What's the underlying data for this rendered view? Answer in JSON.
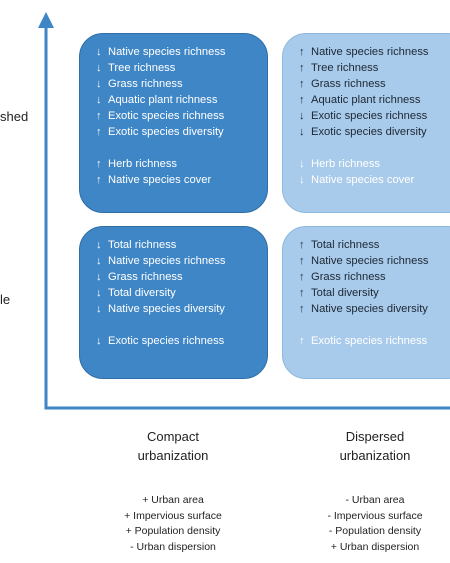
{
  "side_labels": {
    "top": "shed",
    "bottom": "le"
  },
  "quadrants": {
    "top_left": [
      {
        "arrow": "↓",
        "text": "Native species richness"
      },
      {
        "arrow": "↓",
        "text": "Tree richness"
      },
      {
        "arrow": "↓",
        "text": "Grass richness"
      },
      {
        "arrow": "↓",
        "text": "Aquatic plant richness"
      },
      {
        "arrow": "↑",
        "text": "Exotic species richness"
      },
      {
        "arrow": "↑",
        "text": "Exotic species diversity"
      },
      {
        "gap": true
      },
      {
        "arrow": "↑",
        "text": "Herb richness"
      },
      {
        "arrow": "↑",
        "text": "Native species cover"
      }
    ],
    "top_right": [
      {
        "arrow": "↑",
        "text": "Native species richness"
      },
      {
        "arrow": "↑",
        "text": "Tree richness"
      },
      {
        "arrow": "↑",
        "text": "Grass richness"
      },
      {
        "arrow": "↑",
        "text": "Aquatic plant richness"
      },
      {
        "arrow": "↓",
        "text": "Exotic species richness"
      },
      {
        "arrow": "↓",
        "text": "Exotic species diversity"
      },
      {
        "gap": true
      },
      {
        "arrow": "↓",
        "text": "Herb richness",
        "light": true
      },
      {
        "arrow": "↓",
        "text": "Native species cover",
        "light": true
      }
    ],
    "bottom_left": [
      {
        "arrow": "↓",
        "text": "Total richness"
      },
      {
        "arrow": "↓",
        "text": "Native species richness"
      },
      {
        "arrow": "↓",
        "text": "Grass richness"
      },
      {
        "arrow": "↓",
        "text": "Total diversity"
      },
      {
        "arrow": "↓",
        "text": "Native species diversity"
      },
      {
        "gap": true
      },
      {
        "arrow": "↓",
        "text": "Exotic species richness"
      }
    ],
    "bottom_right": [
      {
        "arrow": "↑",
        "text": "Total richness"
      },
      {
        "arrow": "↑",
        "text": "Native species richness"
      },
      {
        "arrow": "↑",
        "text": "Grass richness"
      },
      {
        "arrow": "↑",
        "text": "Total diversity"
      },
      {
        "arrow": "↑",
        "text": "Native species diversity"
      },
      {
        "gap": true
      },
      {
        "arrow": "↑",
        "text": "Exotic species richness",
        "light": true
      }
    ]
  },
  "columns": {
    "compact": {
      "title": [
        "Compact",
        "urbanization"
      ],
      "items": [
        "+ Urban area",
        "+ Impervious surface",
        "+ Population density",
        "- Urban dispersion"
      ]
    },
    "dispersed": {
      "title": [
        "Dispersed",
        "urbanization"
      ],
      "items": [
        "- Urban area",
        "- Impervious surface",
        "- Population density",
        "+ Urban dispersion"
      ]
    }
  },
  "colors": {
    "axis": "#3f86c6",
    "dark_box": "#3f86c6",
    "light_box": "#a9cbeb"
  }
}
